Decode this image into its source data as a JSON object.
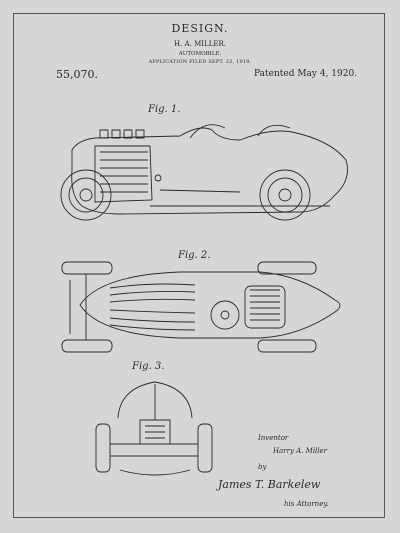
{
  "header": {
    "title": "DESIGN.",
    "inventor": "H. A. MILLER.",
    "invention": "AUTOMOBILE.",
    "filed": "APPLICATION FILED SEPT. 22, 1919."
  },
  "patent_number": "55,070.",
  "patent_date": "Patented May 4, 1920.",
  "figures": {
    "fig1": "Fig. 1.",
    "fig2": "Fig. 2.",
    "fig3": "Fig. 3."
  },
  "signature_block": {
    "role_inventor": "Inventor",
    "inventor_name": "Harry A. Miller",
    "by": "by",
    "attorney_signature": "James T. Barkelew",
    "attorney_caption": "his Attorney."
  },
  "colors": {
    "paper": "#d6d6d6",
    "ink": "#2a2a2a"
  }
}
